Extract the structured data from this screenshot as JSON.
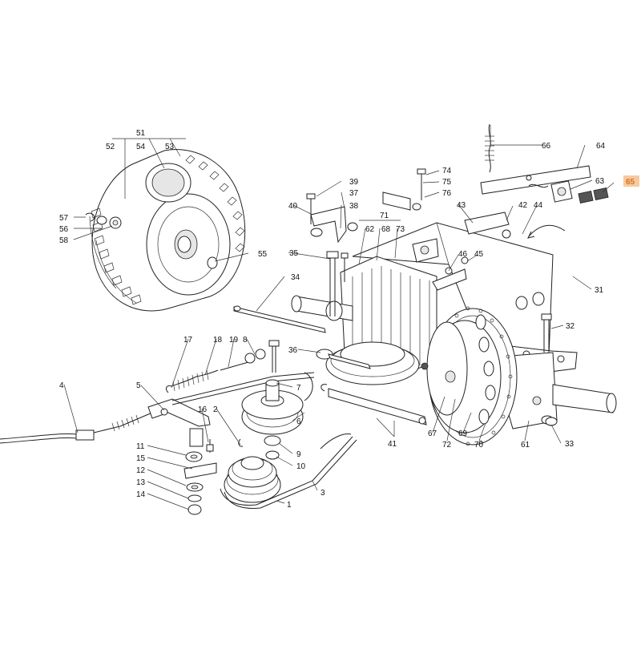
{
  "parts": [
    {
      "num": "51"
    },
    {
      "num": "52"
    },
    {
      "num": "54"
    },
    {
      "num": "53"
    },
    {
      "num": "57"
    },
    {
      "num": "56"
    },
    {
      "num": "58"
    },
    {
      "num": "55"
    },
    {
      "num": "66"
    },
    {
      "num": "64"
    },
    {
      "num": "74"
    },
    {
      "num": "75"
    },
    {
      "num": "76"
    },
    {
      "num": "39"
    },
    {
      "num": "37"
    },
    {
      "num": "40"
    },
    {
      "num": "38"
    },
    {
      "num": "71"
    },
    {
      "num": "62"
    },
    {
      "num": "68"
    },
    {
      "num": "73"
    },
    {
      "num": "43"
    },
    {
      "num": "42"
    },
    {
      "num": "44"
    },
    {
      "num": "63"
    },
    {
      "num": "65"
    },
    {
      "num": "35"
    },
    {
      "num": "46"
    },
    {
      "num": "45"
    },
    {
      "num": "34"
    },
    {
      "num": "31"
    },
    {
      "num": "17"
    },
    {
      "num": "18"
    },
    {
      "num": "19"
    },
    {
      "num": "8"
    },
    {
      "num": "36"
    },
    {
      "num": "32"
    },
    {
      "num": "4"
    },
    {
      "num": "5"
    },
    {
      "num": "7"
    },
    {
      "num": "16"
    },
    {
      "num": "2"
    },
    {
      "num": "6"
    },
    {
      "num": "41"
    },
    {
      "num": "67"
    },
    {
      "num": "72"
    },
    {
      "num": "69"
    },
    {
      "num": "70"
    },
    {
      "num": "61"
    },
    {
      "num": "33"
    },
    {
      "num": "11"
    },
    {
      "num": "15"
    },
    {
      "num": "12"
    },
    {
      "num": "13"
    },
    {
      "num": "14"
    },
    {
      "num": "9"
    },
    {
      "num": "10"
    },
    {
      "num": "3"
    },
    {
      "num": "1"
    }
  ],
  "highlight_color": "#f7c9a1",
  "highlight_text_color": "#d9731a"
}
